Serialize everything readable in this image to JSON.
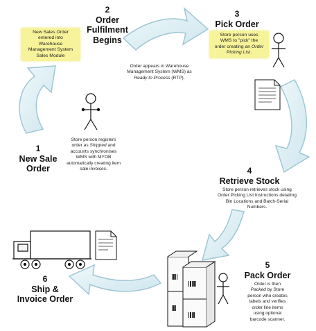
{
  "steps": [
    {
      "number": "1",
      "title_line1": "New Sale",
      "title_line2": "Order"
    },
    {
      "number": "2",
      "title_line1": "Order",
      "title_line2": "Fulfilment",
      "title_line3": "Begins"
    },
    {
      "number": "3",
      "title_line1": "Pick Order"
    },
    {
      "number": "4",
      "title_line1": "Retrieve Stock"
    },
    {
      "number": "5",
      "title_line1": "Pack Order"
    },
    {
      "number": "6",
      "title_line1": "Ship &",
      "title_line2": "Invoice Order"
    }
  ],
  "notes": {
    "step1_note": {
      "line1": "New Sales Order",
      "line2": "entered into",
      "line3": "Warehouse",
      "line4": "Management System",
      "line5": "Sales Module"
    },
    "step3_note": {
      "line1": "Store person uses",
      "line2": "WMS to \"pick\" the",
      "line3a": "order creating an ",
      "line3b": "Order",
      "line4": "Picking List",
      "line4b": "."
    }
  },
  "descriptions": {
    "step2": {
      "line1": "Order appears in Warehouse",
      "line2": "Management System (WMS) as",
      "line3a": "Ready to Process",
      "line3b": " (RTP)."
    },
    "step1": {
      "line1": "Store person registers",
      "line2a": "order as ",
      "line2b": "Shipped",
      "line2c": " and",
      "line3": "accounts synchronises",
      "line4": "WMS with MYOB",
      "line5": "automatically creating item",
      "line6": "sale invoices."
    },
    "step4": {
      "line1": "Store person retrieves stock using",
      "line2": "Order Picking List Instructions detailing",
      "line3": "Bin Locations and Batch-Serial",
      "line4": "Numbers."
    },
    "step5": {
      "line1": "Order is then",
      "line2a": "Packed",
      "line2b": " by Store",
      "line3": "person who creates",
      "line4": "labels and verifies",
      "line5": "order line items",
      "line6": "using optional",
      "line7": "barcode scanner."
    }
  },
  "colors": {
    "arrow_fill": "#dff0f6",
    "arrow_stroke": "#9fc6d4",
    "note_fill": "#f7f39a"
  },
  "icons": [
    "curved-arrow-icon",
    "stick-figure-icon",
    "document-icon",
    "box-stack-icon",
    "barcode-icon",
    "truck-icon"
  ]
}
